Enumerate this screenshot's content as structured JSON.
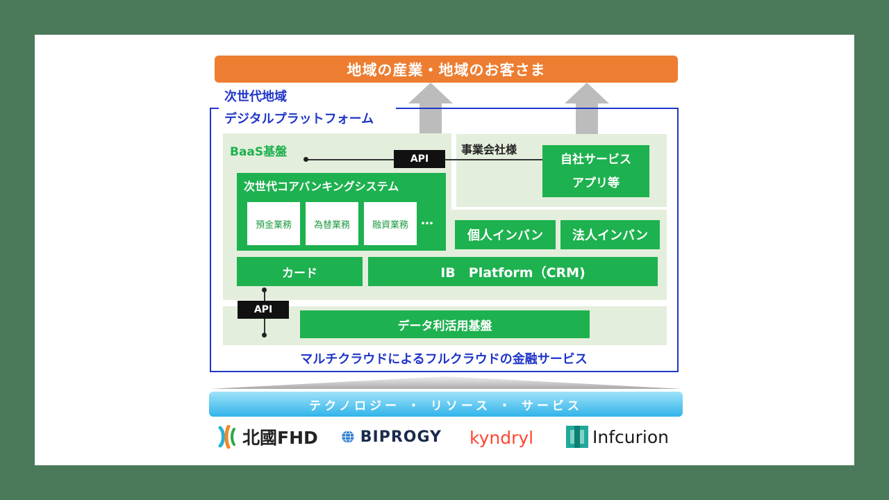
{
  "top_banner": "地域の産業・地域のお客さま",
  "platform_title_line1": "次世代地域",
  "platform_title_line2": "デジタルプラットフォーム",
  "baas_label": "BaaS基盤",
  "api_label_top": "API",
  "company_label": "事業会社様",
  "company_box": [
    "自社サービス",
    "アプリ等"
  ],
  "core_banking_title": "次世代コアバンキングシステム",
  "core_modules": [
    "預金業務",
    "為替業務",
    "融資業務"
  ],
  "core_more": "…",
  "inban_personal": "個人インバン",
  "inban_corporate": "法人インバン",
  "card": "カード",
  "ib_platform": "IB　Platform（CRM)",
  "api_label_bottom": "API",
  "data_platform": "データ利活用基盤",
  "cloud_caption": "マルチクラウドによるフルクラウドの金融サービス",
  "foundation_bar": "テクノロジー ・ リソース ・ サービス",
  "logos": [
    {
      "name": "北國FHD",
      "icon": "hokkoku-logo-icon",
      "color": "#222222"
    },
    {
      "name": "BIPROGY",
      "icon": "biprogy-globe-icon",
      "color": "#1a2b4c"
    },
    {
      "name": "kyndryl",
      "icon": "",
      "color": "#ff462d"
    },
    {
      "name": "Infcurion",
      "icon": "infcurion-square-icon",
      "color": "#1a1a1a"
    }
  ],
  "colors": {
    "orange": "#ed7d31",
    "green": "#1eb14f",
    "light_green": "#e3eedc",
    "frame_blue": "#1f35c8",
    "sky_blue": "#31b4ea"
  }
}
